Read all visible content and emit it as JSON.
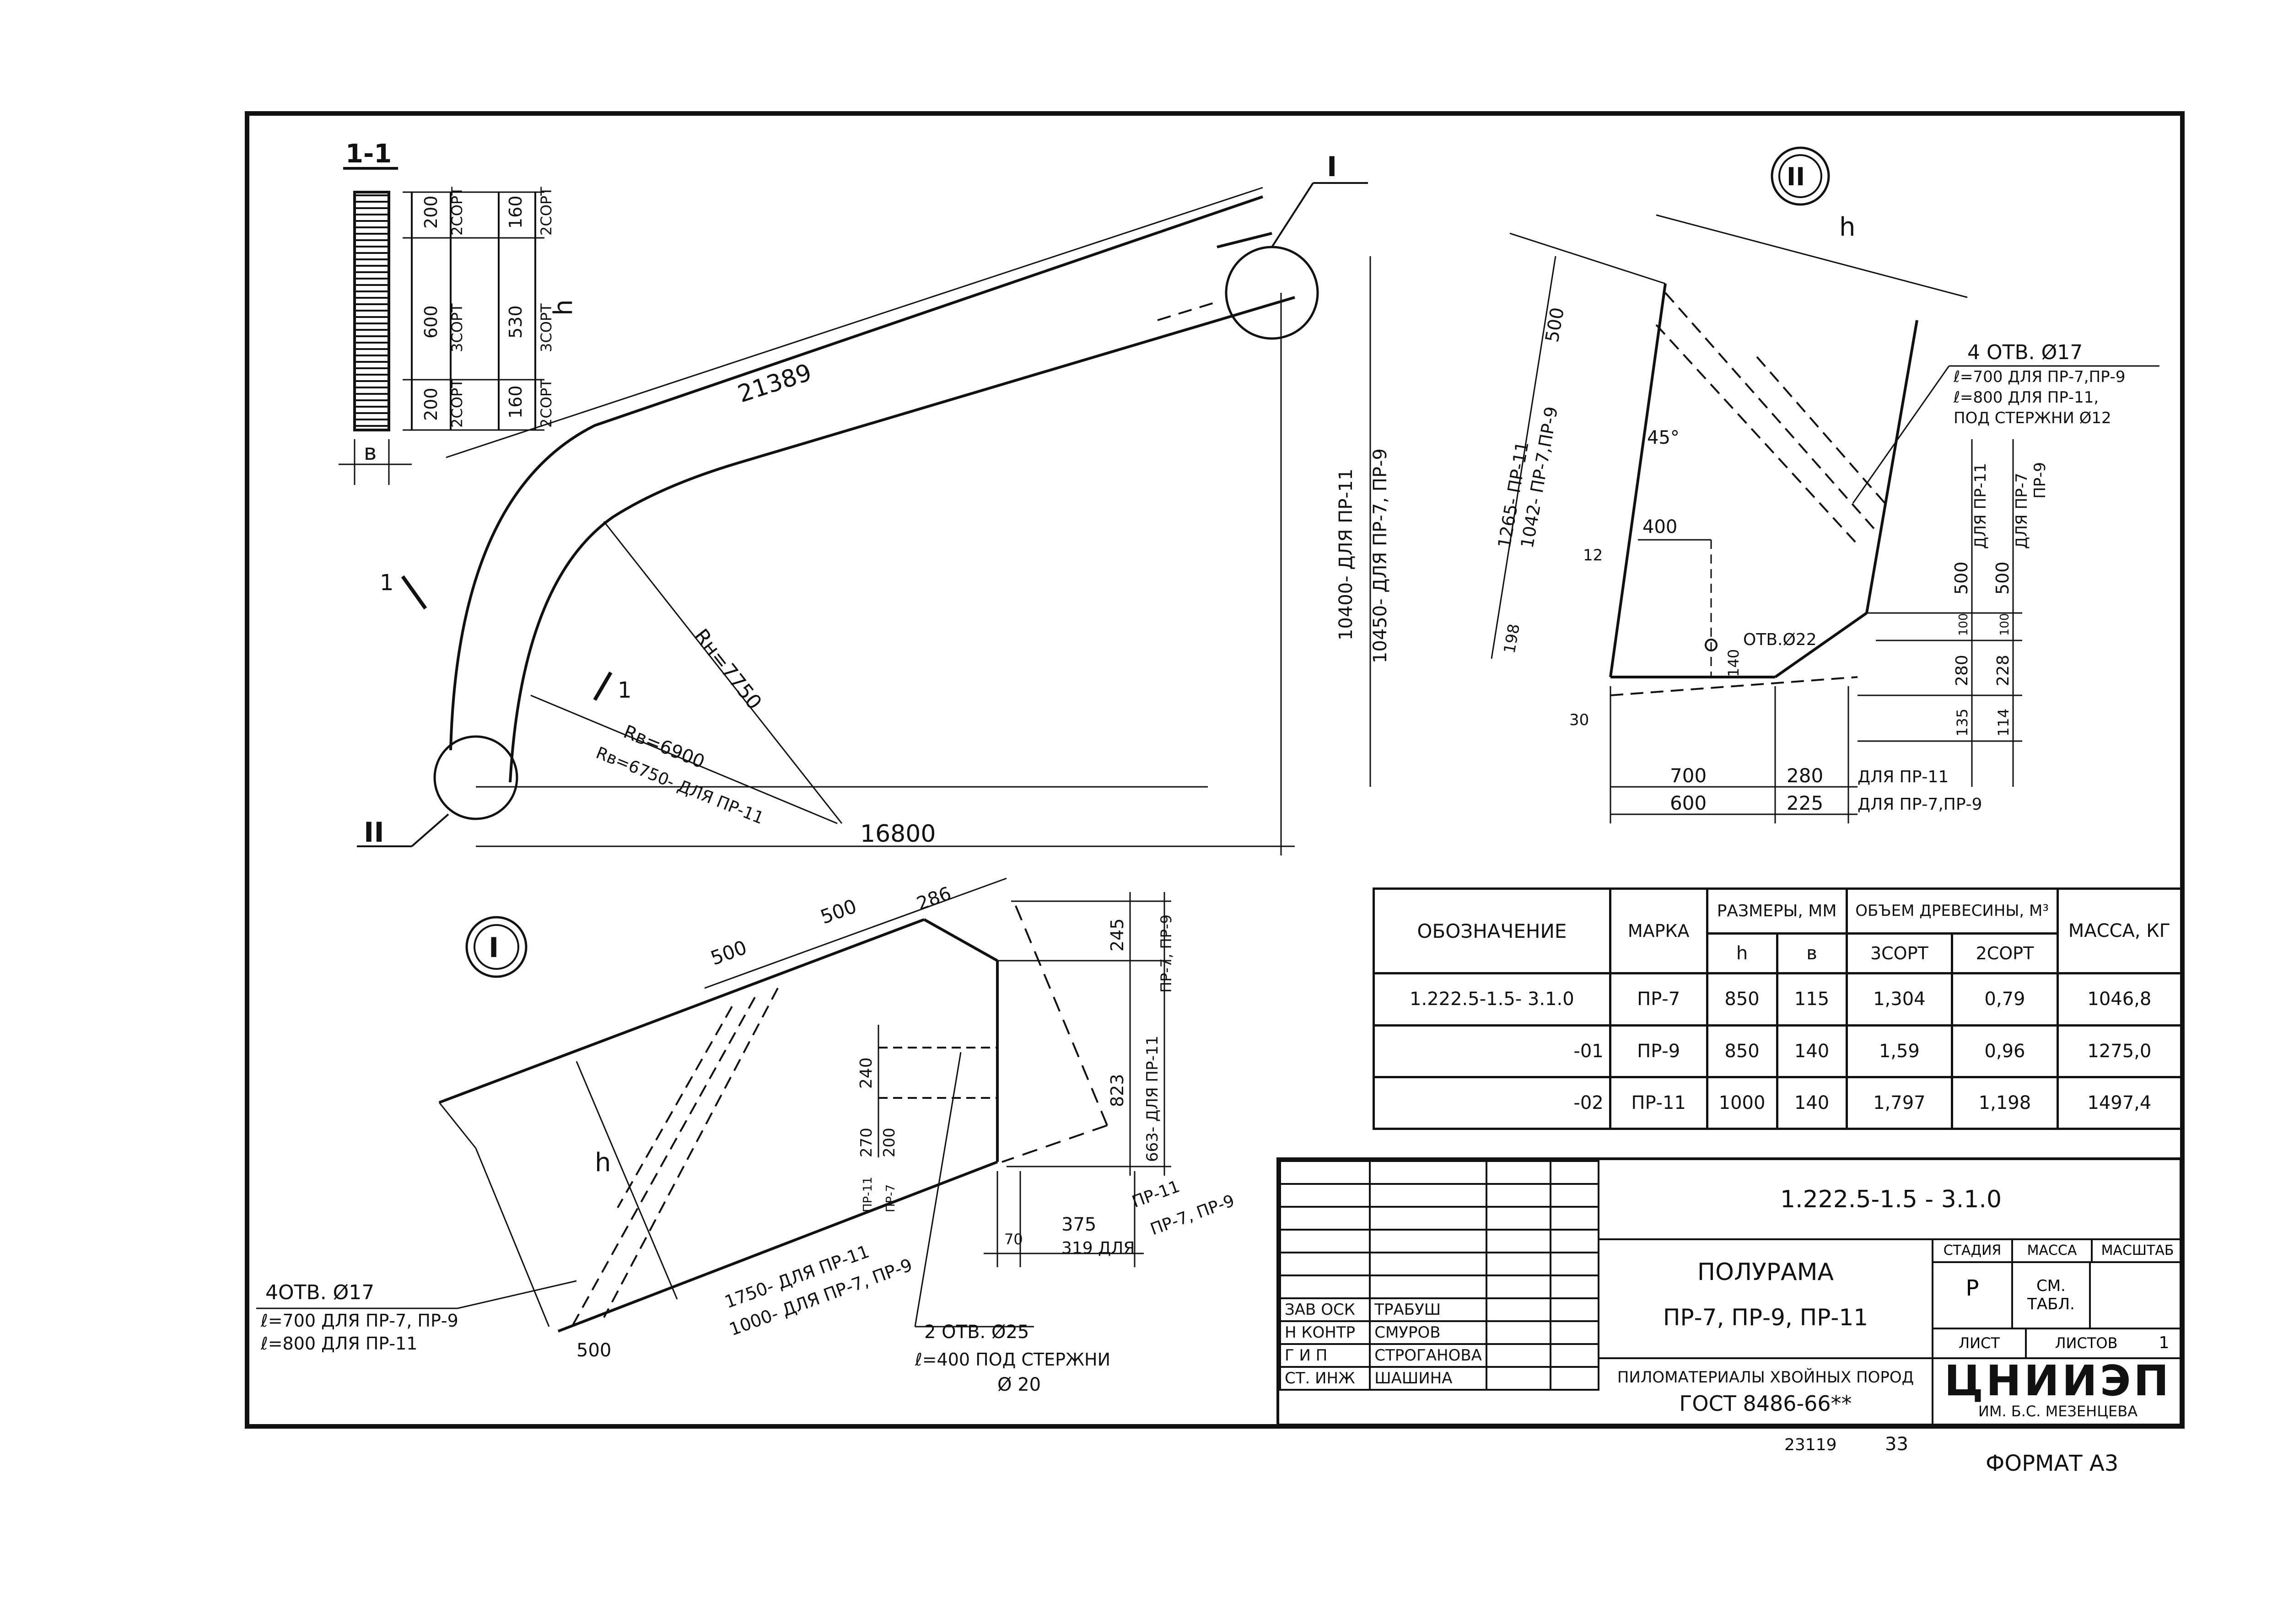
{
  "section": {
    "title": "1-1",
    "b_label": "в",
    "h_label": "h",
    "col1": [
      "200",
      "600",
      "200"
    ],
    "col2": [
      "2СОРТ",
      "3СОРТ",
      "2СОРТ"
    ],
    "col3": [
      "160",
      "530",
      "160"
    ],
    "col4": [
      "2СОРТ",
      "3СОРТ",
      "2СОРТ"
    ]
  },
  "elevation": {
    "node_I": "I",
    "node_II": "II",
    "section_mark": "1",
    "length_label": "21389",
    "rn_label": "Rн=7750",
    "rv1_label": "Rв=6900",
    "rv2_label": "Rв=6750- ДЛЯ ПР-11",
    "span_label": "16800",
    "height1_label": "10400- ДЛЯ ПР-11",
    "height2_label": "10450- ДЛЯ ПР-7, ПР-9"
  },
  "detail_II": {
    "title": "II",
    "h_top": "h",
    "dim_500": "500",
    "dim_1265": "1265- ПР-11",
    "dim_1042": "1042- ПР-7,ПР-9",
    "angle": "45°",
    "dim_400": "400",
    "dim_12": "12",
    "dim_198": "198",
    "dim_30": "30",
    "hole22": "ОТВ.Ø22",
    "dim_140": "140",
    "holes_note": [
      "4 ОТВ. Ø17",
      "ℓ=700 ДЛЯ ПР-7,ПР-9",
      "ℓ=800 ДЛЯ ПР-11,",
      "ПОД СТЕРЖНИ Ø12"
    ],
    "for_pr11": "ДЛЯ ПР-11",
    "for_pr7": "ДЛЯ ПР-7",
    "for_pr9": "ПР-9",
    "right_a": [
      "500",
      "100",
      "280",
      "135"
    ],
    "right_b": [
      "500",
      "100",
      "228",
      "114"
    ],
    "bottom1": [
      "700",
      "280",
      "ДЛЯ ПР-11"
    ],
    "bottom2": [
      "600",
      "225",
      "ДЛЯ ПР-7,ПР-9"
    ]
  },
  "detail_I": {
    "title": "I",
    "dim_500a": "500",
    "dim_500b": "500",
    "dim_286": "286",
    "dim_500c": "500",
    "h_label": "h",
    "dim_240": "240",
    "dim_270": "270",
    "dim_200": "200",
    "pr11_small": "ПР-11",
    "pr7_small": "ПР-7",
    "dim_245": "245",
    "pr_right": "ПР-7, ПР-9",
    "dim_823": "823",
    "dim_663": "663- ДЛЯ ПР-11",
    "dim_1750": "1750- ДЛЯ ПР-11",
    "dim_1000": "1000- ДЛЯ ПР-7, ПР-9",
    "dim_70": "70",
    "dim_375": "375",
    "dim_319": "319 ДЛЯ",
    "for_pr11": "ПР-11",
    "for_pr79": "ПР-7, ПР-9",
    "holes_note": [
      "4ОТВ. Ø17",
      "ℓ=700 ДЛЯ ПР-7, ПР-9",
      "ℓ=800 ДЛЯ ПР-11"
    ],
    "holes25_note": [
      "2 ОТВ. Ø25",
      "ℓ=400 ПОД СТЕРЖНИ",
      "Ø 20"
    ]
  },
  "spec_table": {
    "header_designation": "ОБОЗНАЧЕНИЕ",
    "header_mark": "МАРКА",
    "header_sizes": "РАЗМЕРЫ, ММ",
    "header_volume": "ОБЪЕМ ДРЕВЕСИНЫ, М³",
    "header_mass": "МАССА, КГ",
    "sub_h": "h",
    "sub_b": "в",
    "sub_3sort": "3СОРТ",
    "sub_2sort": "2СОРТ",
    "rows": [
      {
        "designation": "1.222.5-1.5- 3.1.0",
        "mark": "ПР-7",
        "h": "850",
        "b": "115",
        "v3": "1,304",
        "v2": "0,79",
        "mass": "1046,8"
      },
      {
        "designation": "-01",
        "mark": "ПР-9",
        "h": "850",
        "b": "140",
        "v3": "1,59",
        "v2": "0,96",
        "mass": "1275,0"
      },
      {
        "designation": "-02",
        "mark": "ПР-11",
        "h": "1000",
        "b": "140",
        "v3": "1,797",
        "v2": "1,198",
        "mass": "1497,4"
      }
    ]
  },
  "title_block": {
    "code": "1.222.5-1.5 - 3.1.0",
    "name": "ПОЛУРАМА",
    "marks": "ПР-7, ПР-9, ПР-11",
    "material": "ПИЛОМАТЕРИАЛЫ ХВОЙНЫХ ПОРОД",
    "gost": "ГОСТ 8486-66**",
    "stage_label": "СТАДИЯ",
    "mass_label": "МАССА",
    "scale_label": "МАСШТАБ",
    "stage_value": "Р",
    "mass_value": "СМ. ТАБЛ.",
    "sheet_label": "ЛИСТ",
    "sheets_label": "ЛИСТОВ",
    "sheets_value": "1",
    "org_name": "ЦНИИЭП",
    "org_sub": "ИМ. Б.С. МЕЗЕНЦЕВА",
    "staff": [
      {
        "role": "ЗАВ ОСК",
        "name": "ТРАБУШ"
      },
      {
        "role": "Н КОНТР",
        "name": "СМУРОВ"
      },
      {
        "role": "Г И П",
        "name": "СТРОГАНОВА"
      },
      {
        "role": "СТ. ИНЖ",
        "name": "ШАШИНА"
      }
    ]
  },
  "footer": {
    "inv": "23119",
    "page": "33",
    "format": "ФОРМАТ А3"
  }
}
